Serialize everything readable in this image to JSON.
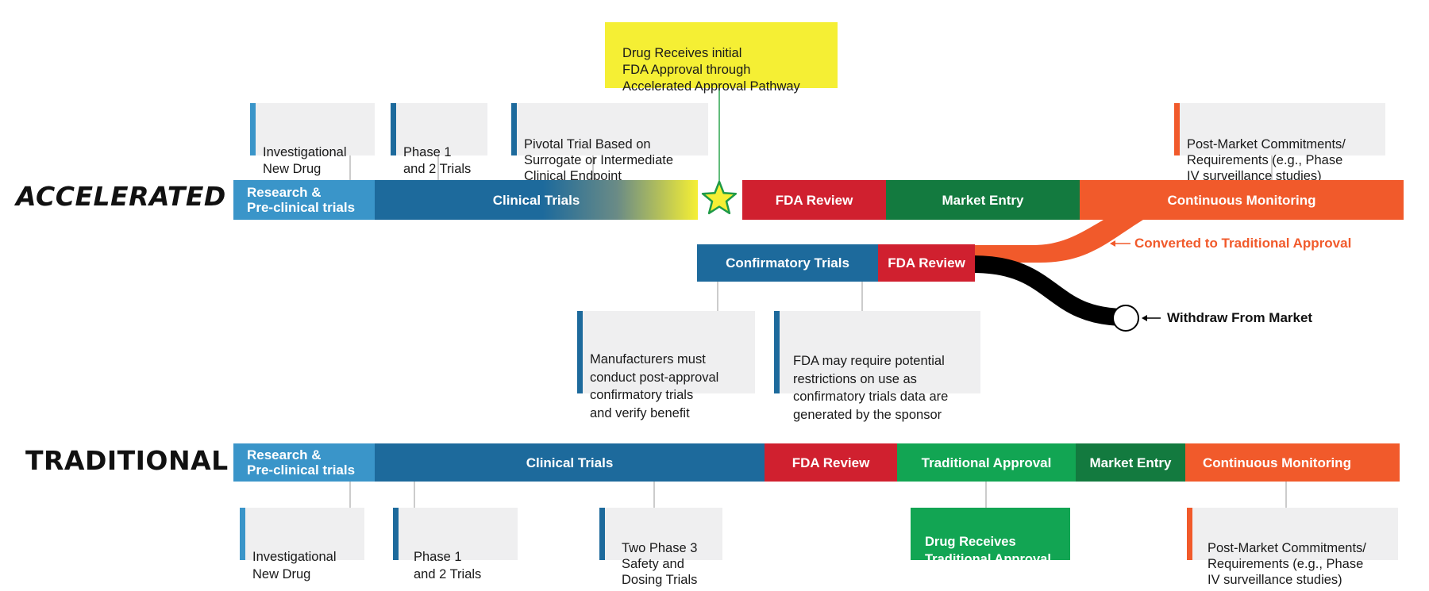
{
  "colors": {
    "research": "#3a95c9",
    "clinical": "#1d6a9c",
    "fda_review": "#d0202f",
    "market_entry": "#137a3f",
    "monitoring": "#f15a2b",
    "traditional_approval": "#12a553",
    "highlight_yellow": "#f5ef34",
    "note_bg": "#efeff0"
  },
  "accelerated": {
    "title": "ACCELERATED",
    "segments": {
      "research": "Research &\nPre-clinical trials",
      "clinical": "Clinical Trials",
      "fda_review": "FDA Review",
      "market_entry": "Market Entry",
      "monitoring": "Continuous Monitoring",
      "confirmatory": "Confirmatory Trials",
      "fda_review_2": "FDA Review"
    },
    "notes": {
      "ind": "Investigational\nNew Drug",
      "phase12": "Phase 1\nand 2 Trials",
      "pivotal": "Pivotal Trial Based on\nSurrogate or Intermediate\nClinical Endpoint",
      "approval": "Drug Receives initial\nFDA Approval through\nAccelerated Approval Pathway",
      "postmarket": "Post-Market Commitments/\nRequirements (e.g., Phase\nIV surveillance studies)",
      "manufacturers": "Manufacturers must\nconduct post-approval\nconfirmatory trials\nand verify benefit",
      "restrictions": "FDA may require potential\nrestrictions on use as\nconfirmatory trials data are\ngenerated by the sponsor"
    },
    "outcomes": {
      "converted": "Converted to Traditional Approval",
      "withdraw": "Withdraw From Market"
    }
  },
  "traditional": {
    "title": "TRADITIONAL",
    "segments": {
      "research": "Research &\nPre-clinical trials",
      "clinical": "Clinical Trials",
      "fda_review": "FDA Review",
      "approval": "Traditional Approval",
      "market_entry": "Market Entry",
      "monitoring": "Continuous Monitoring"
    },
    "notes": {
      "ind": "Investigational\nNew Drug",
      "phase12": "Phase 1\nand 2 Trials",
      "phase3": "Two Phase 3\nSafety and\nDosing Trials",
      "approval": "Drug Receives\nTraditional Approval",
      "postmarket": "Post-Market Commitments/\nRequirements (e.g., Phase\nIV surveillance studies)"
    }
  }
}
